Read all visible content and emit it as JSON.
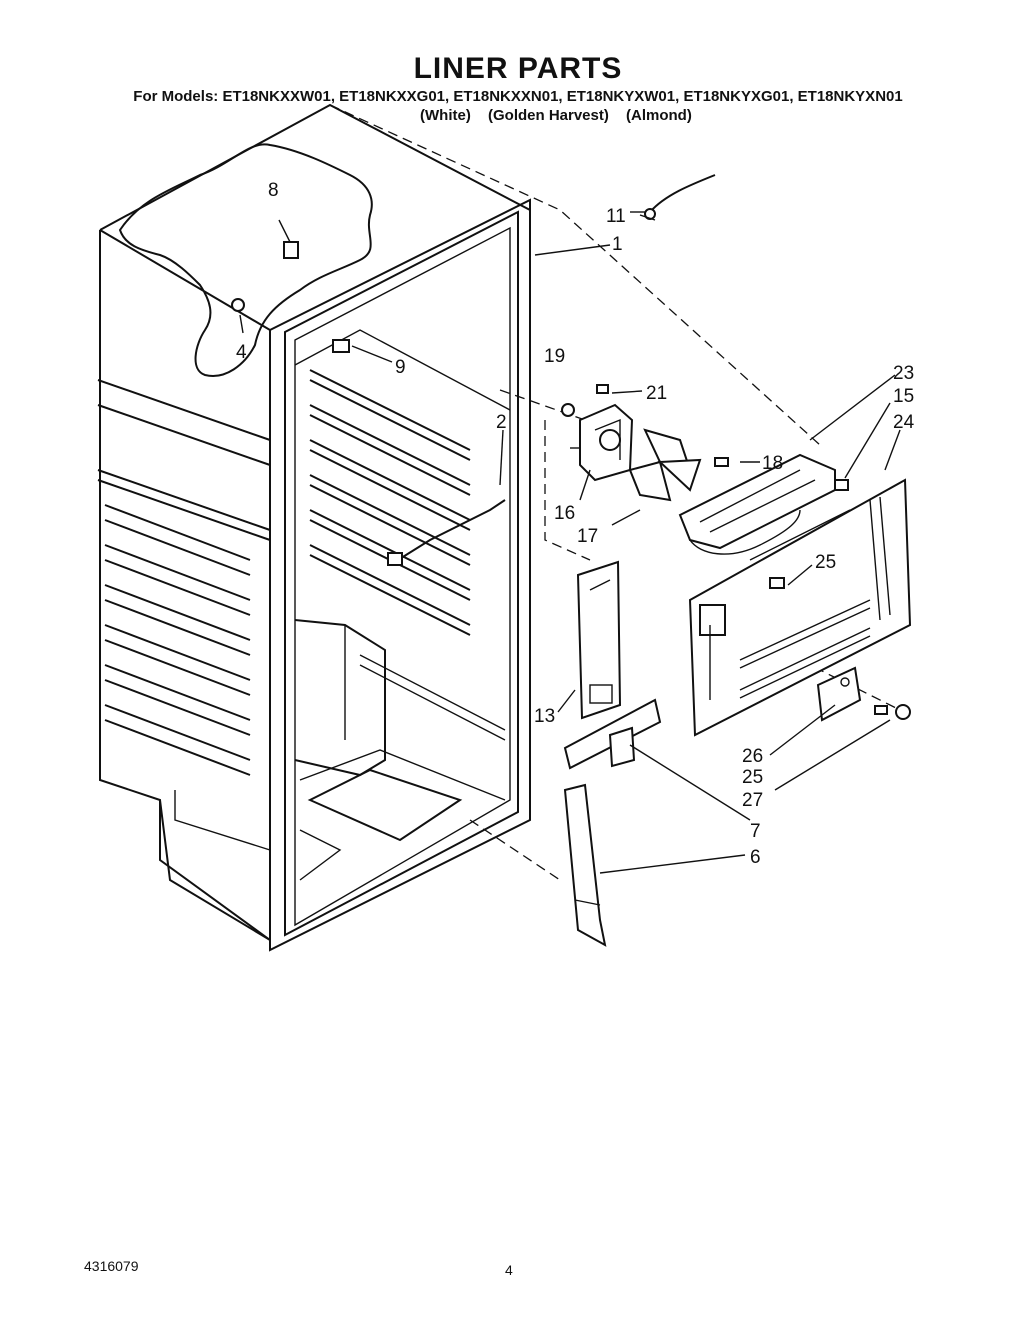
{
  "header": {
    "title": "LINER PARTS",
    "models": "For Models: ET18NKXXW01, ET18NKXXG01, ET18NKXXN01, ET18NKYXW01, ET18NKYXG01, ET18NKYXN01",
    "color_white": "(White)",
    "color_golden": "(Golden Harvest)",
    "color_almond": "(Almond)"
  },
  "callouts": {
    "c1": "1",
    "c2": "2",
    "c4": "4",
    "c6": "6",
    "c7": "7",
    "c8": "8",
    "c9": "9",
    "c11": "11",
    "c13": "13",
    "c15": "15",
    "c16": "16",
    "c17": "17",
    "c18": "18",
    "c19": "19",
    "c21": "21",
    "c23": "23",
    "c24": "24",
    "c25a": "25",
    "c25b": "25",
    "c26": "26",
    "c27": "27"
  },
  "footer": {
    "doc_number": "4316079",
    "page_number": "4"
  }
}
